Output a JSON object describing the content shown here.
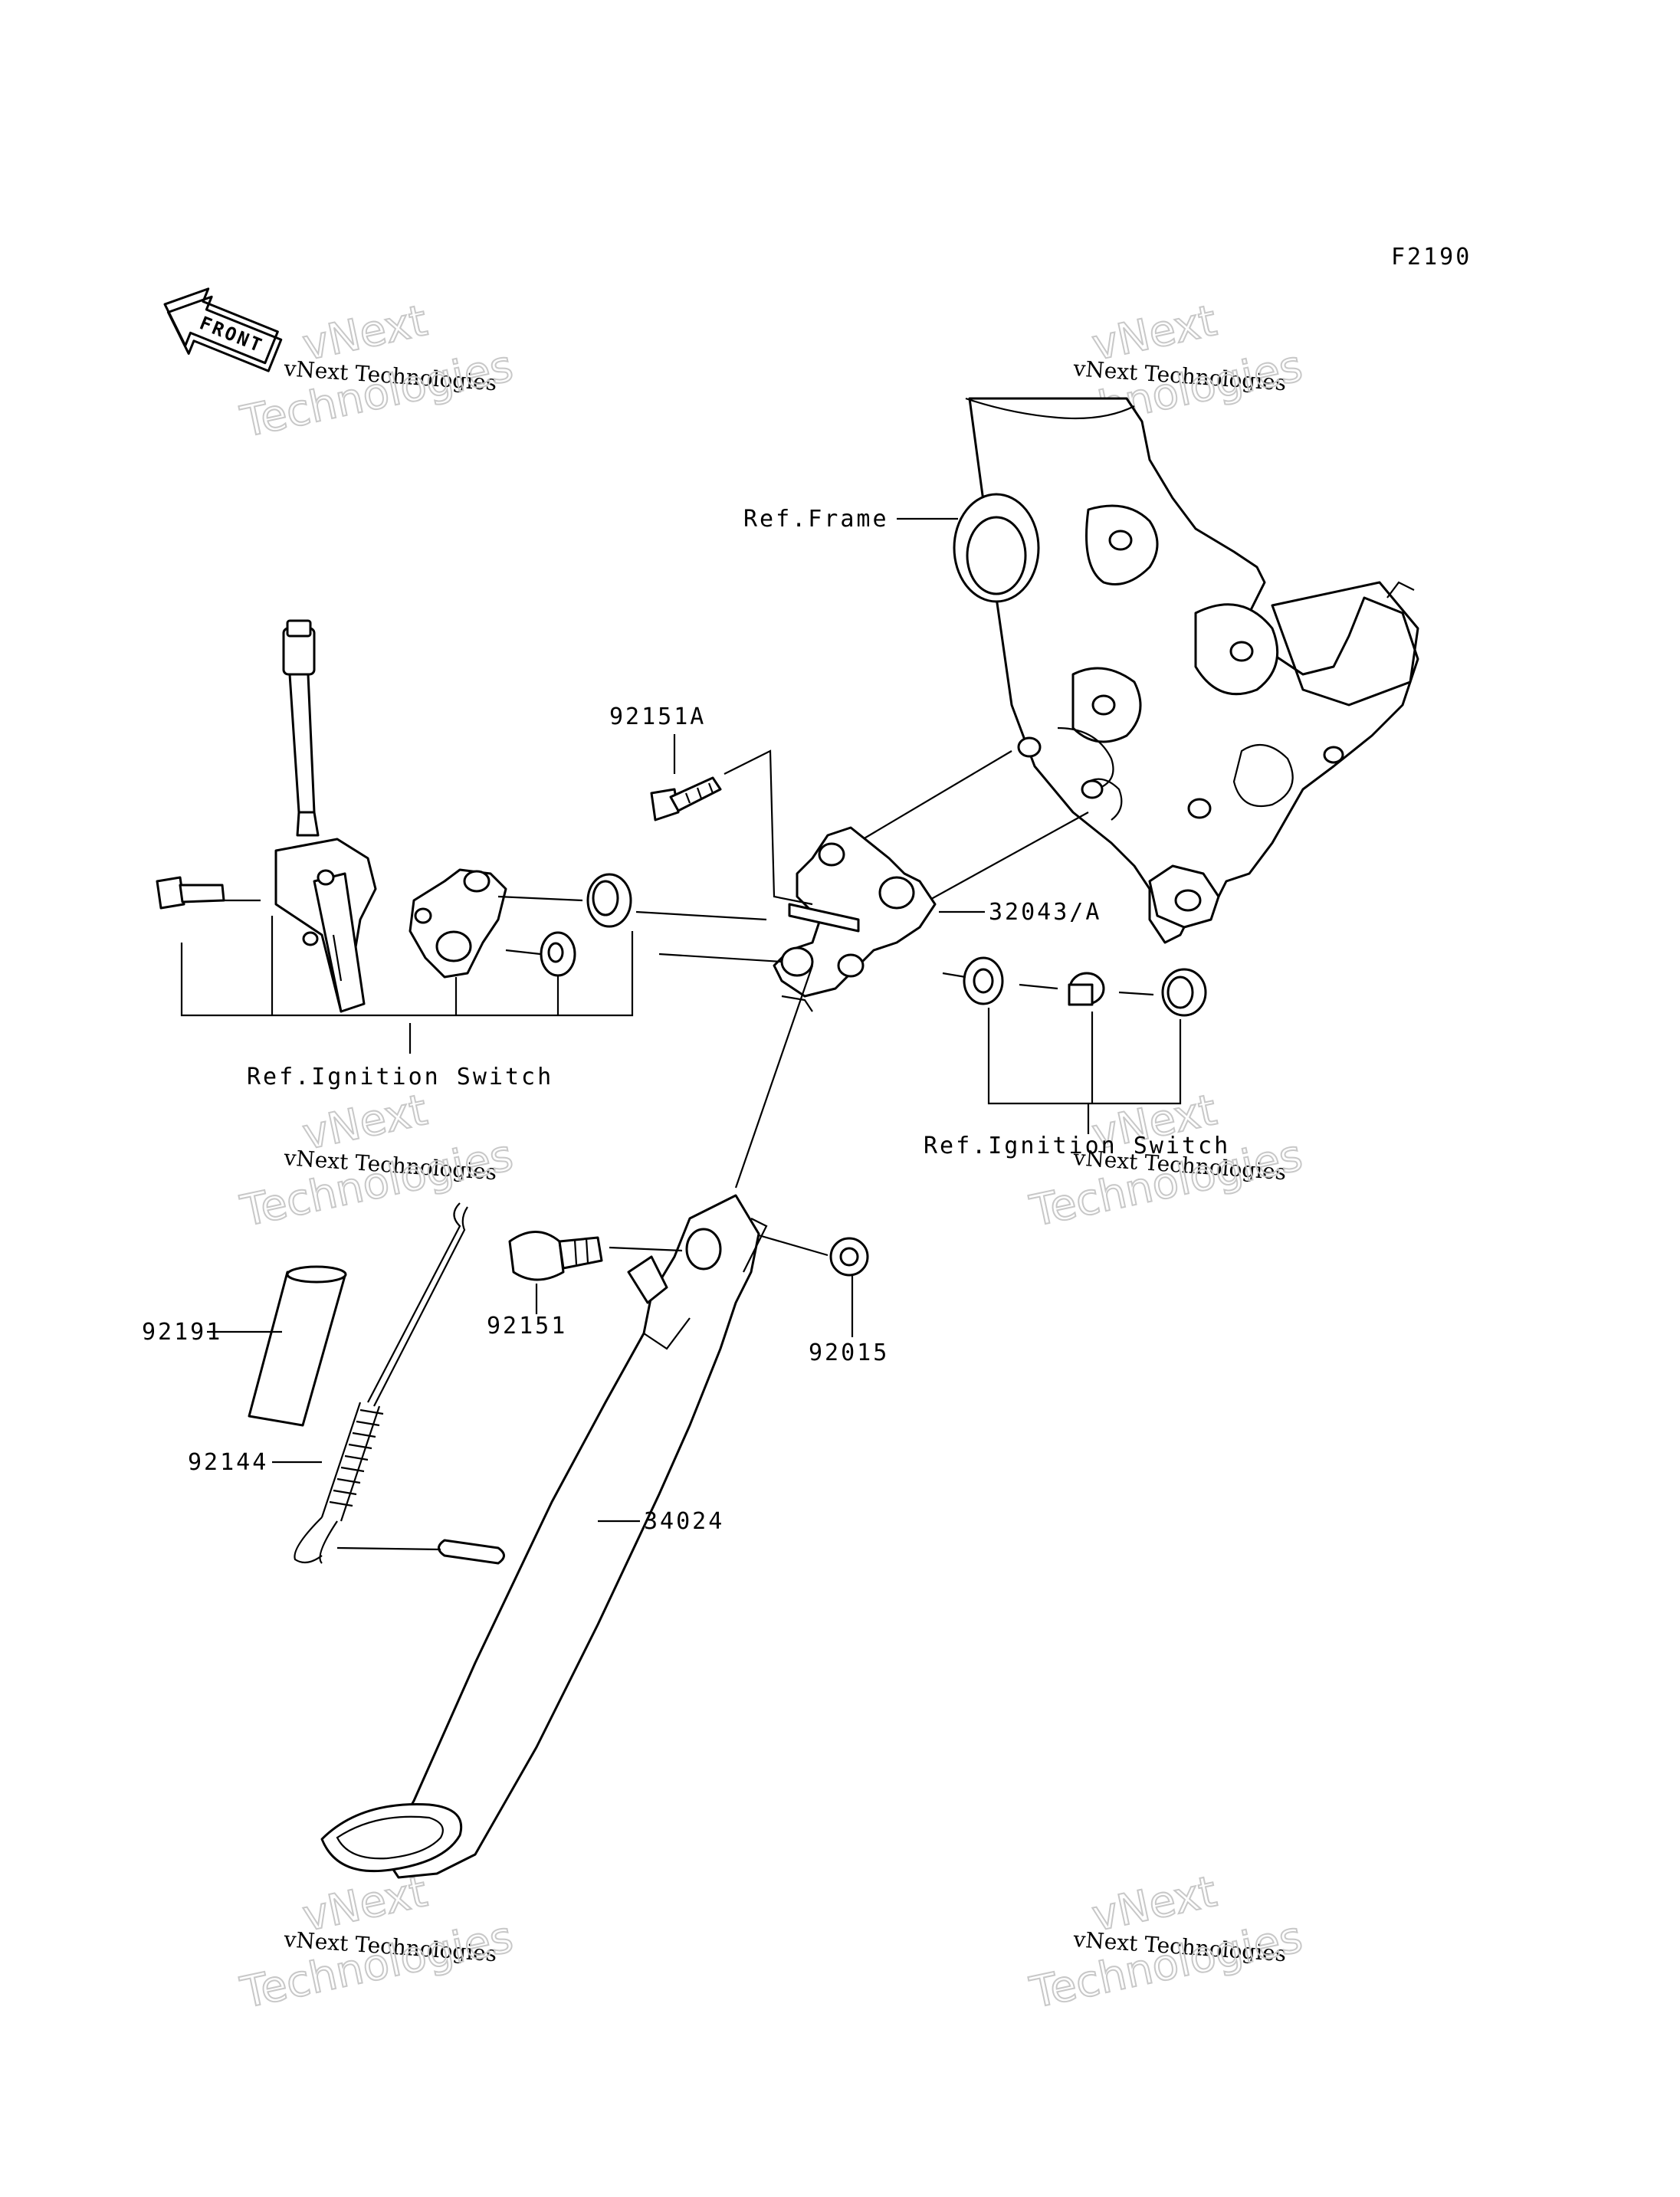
{
  "diagram_code": "F2190",
  "front_badge": "FRONT",
  "watermark": {
    "line1": "vNext",
    "line2": "vNext Technologies",
    "line3": "Technologies"
  },
  "labels": {
    "ref_frame": "Ref.Frame",
    "p92151A": "92151A",
    "p32043A": "32043/A",
    "ref_ignition_left": "Ref.Ignition Switch",
    "ref_ignition_right": "Ref.Ignition Switch",
    "p92191": "92191",
    "p92144": "92144",
    "p92151": "92151",
    "p92015": "92015",
    "p34024": "34024"
  }
}
